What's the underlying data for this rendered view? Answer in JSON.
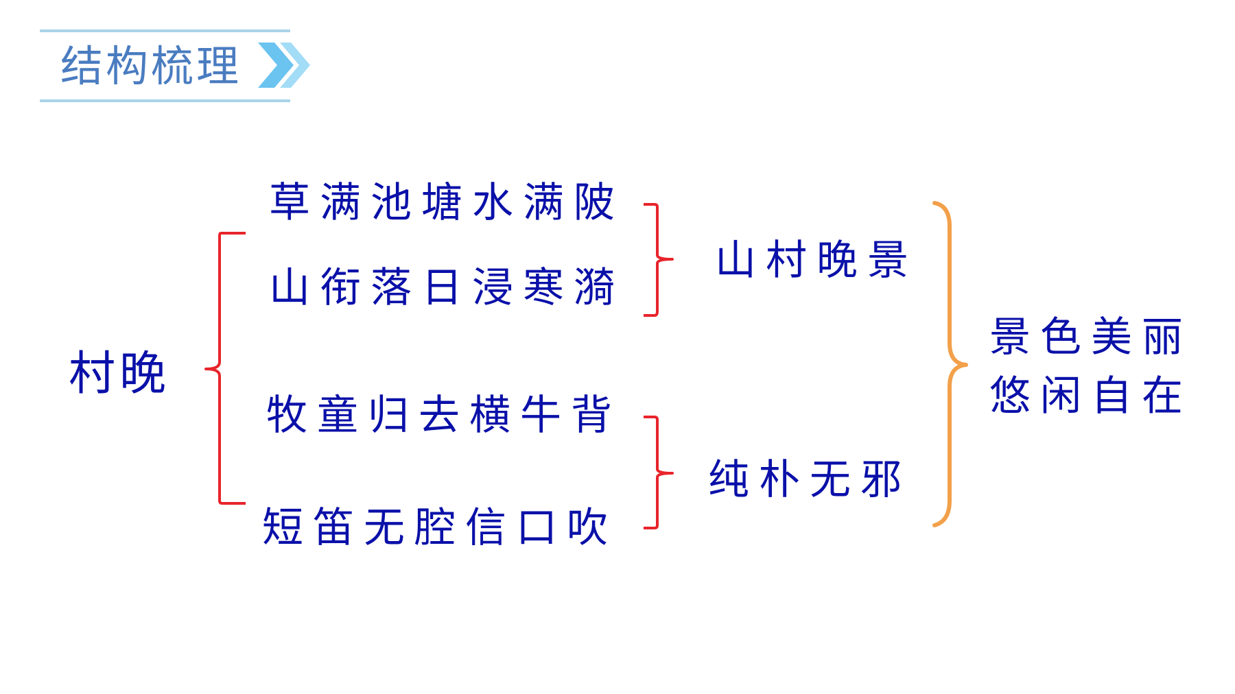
{
  "header": {
    "title": "结构梳理",
    "colors": {
      "rule": "#a9d3ea",
      "title": "#4a7cc0",
      "chevron": "#6bc3f0"
    },
    "chevron_icon": "double-chevron-right-icon"
  },
  "diagram": {
    "root": "村晚",
    "lines": [
      "草满池塘水满陂",
      "山衔落日浸寒漪",
      "牧童归去横牛背",
      "短笛无腔信口吹"
    ],
    "groups": [
      "山村晚景",
      "纯朴无邪"
    ],
    "summary": [
      "景色美丽",
      "悠闲自在"
    ],
    "colors": {
      "text": "#0a10a8",
      "root_bracket": "#e8242b",
      "group_bracket": "#e8242b",
      "summary_bracket": "#f2a04a"
    }
  }
}
